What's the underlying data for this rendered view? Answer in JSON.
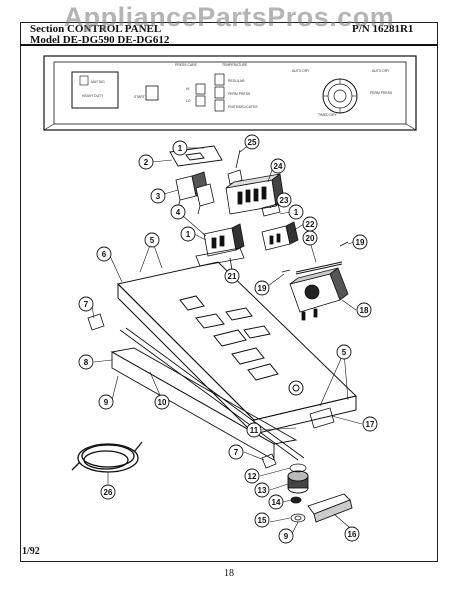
{
  "header": {
    "section_label": "Section",
    "section_value": "CONTROL PANEL",
    "part_number_label": "P/N",
    "part_number": "16281R1",
    "model_label": "Model",
    "models": "DE-DG590  DE-DG612"
  },
  "watermark": "AppliancePartsPros.com",
  "control_panel": {
    "brand": "MAYTAG",
    "badge_subtitle": "HEAVY DUTY",
    "start_label": "START",
    "temp_labels": [
      "HI",
      "LO"
    ],
    "fabric_labels": [
      "REGULAR",
      "PERM PRESS",
      "KNITS/DELICATES"
    ],
    "top_labels": [
      "PRESS CARE",
      "TEMPERATURE"
    ],
    "dial_labels": [
      "AUTO DRY",
      "TIMED DRY",
      "AUTO DRY",
      "PERM PRESS"
    ]
  },
  "callouts": [
    "1",
    "2",
    "3",
    "25",
    "24",
    "23",
    "1",
    "22",
    "4",
    "1",
    "20",
    "19",
    "21",
    "19",
    "18",
    "5",
    "6",
    "7",
    "8",
    "9",
    "10",
    "5",
    "11",
    "17",
    "7",
    "12",
    "13",
    "14",
    "15",
    "9",
    "16",
    "26"
  ],
  "footer": {
    "date": "1/92",
    "page_number": "18"
  },
  "colors": {
    "ink": "#111111",
    "paper": "#ffffff",
    "watermark": "#8a8a8a"
  }
}
